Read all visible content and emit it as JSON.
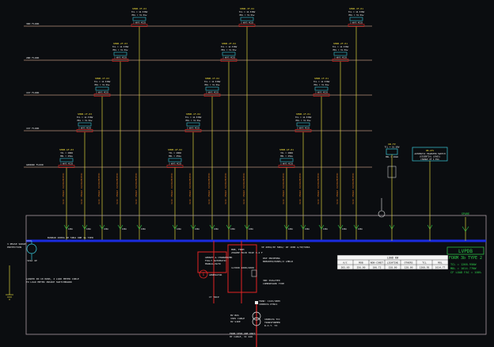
{
  "colors": {
    "bg": "#0b0d10",
    "floor": "#b68e78",
    "riser": "#d8cf3c",
    "panel": "#2fd04a",
    "busbar": "#1a2be0",
    "text": "#e8e8e8",
    "red": "#e02424",
    "cyan": "#39c6d8",
    "yellow": "#e9d63a",
    "green": "#2fd04a"
  },
  "floors": [
    {
      "label": "3RD FLOOR"
    },
    {
      "label": "2ND FLOOR"
    },
    {
      "label": "1ST FLOOR"
    },
    {
      "label": "1ST FLOOR"
    },
    {
      "label": "GROUND FLOOR"
    }
  ],
  "db_tags": [
    {
      "name": "SMDB-3F-03",
      "l1": "TCL = 12.57KW",
      "l2": "MDL = 31.5kw",
      "panel": "3 WAYS MCCB"
    },
    {
      "name": "SMDB-3F-02",
      "l1": "TCL = 12.57KW",
      "l2": "MDL = 31.5kw",
      "panel": "3 WAYS MCCB"
    },
    {
      "name": "SMDB-3F-01",
      "l1": "TCL = 12.57KW",
      "l2": "MDL = 31.5kw",
      "panel": "3 WAYS MCCB"
    },
    {
      "name": "SMDB-2F-03",
      "l1": "TCL = 12.57KW",
      "l2": "MDL = 31.5kw",
      "panel": "3 WAYS MCCB"
    },
    {
      "name": "SMDB-2F-02",
      "l1": "TCL = 12.57KW",
      "l2": "MDL = 31.5kw",
      "panel": "3 WAYS MCCB"
    },
    {
      "name": "SMDB-2F-01",
      "l1": "TCL = 12.57KW",
      "l2": "MDL = 31.5kw",
      "panel": "3 WAYS MCCB"
    },
    {
      "name": "SMDB-1F-03",
      "l1": "TCL = 12.57KW",
      "l2": "MDL = 31.5kw",
      "panel": "3 WAYS MCCB"
    },
    {
      "name": "SMDB-1F-02",
      "l1": "TCL = 12.57KW",
      "l2": "MDL = 31.5kw",
      "panel": "3 WAYS MCCB"
    },
    {
      "name": "SMDB-1F-01",
      "l1": "TCL = 12.57KW",
      "l2": "MDL = 31.5kw",
      "panel": "3 WAYS MCCB"
    },
    {
      "name": "SMDB-1F-03",
      "l1": "TCL = 12.57KW",
      "l2": "MDL = 31.5kw",
      "panel": "3 WAYS MCCB"
    },
    {
      "name": "SMDB-1F-02",
      "l1": "TCL = 12.57KW",
      "l2": "MDL = 31.5kw",
      "panel": "3 WAYS MCCB"
    },
    {
      "name": "SMDB-1F-01",
      "l1": "TCL = 12.57KW",
      "l2": "MDL = 31.5kw",
      "panel": "3 WAYS MCCB"
    },
    {
      "name": "SMDB-GF-03",
      "l1": "TCL = 20KW",
      "l2": "MDL = 25kw",
      "panel": "3 WAYS MCCB"
    },
    {
      "name": "SMDB-GF-02",
      "l1": "TCL = 20KW",
      "l2": "MDL = 25kw",
      "panel": "3 WAYS MCCB"
    },
    {
      "name": "SMDB-GF-01",
      "l1": "TCL = 20KW",
      "l2": "MDL = 25kw",
      "panel": "3 WAYS MCCB"
    }
  ],
  "cable_label": "4x1C 35mm2 CU/XLPE/PVC",
  "fire_pump": {
    "name": "DB-FP",
    "l1": "TCL = 16.5KW",
    "l2": "MDL = 20kW"
  },
  "ats_panel": {
    "l1": "DB-ATS",
    "l2": "AUTOMATIC TRANSFER SWITCH",
    "l3": "(ESSENTIAL LOADS)",
    "l4": "CHANGE OF 4 KVA"
  },
  "spare_label": "SPARE",
  "busbar_label": "BUSBAR 4000A 3P 50KA ONE 1s TIER",
  "busbar_label2": "3P 400A/3P 50KA/ 4P 1000 A/3P/50KA",
  "main_title": "LVPDB",
  "form_label": "FORM 3b TYPE 2",
  "main_tcl": "TCL = 1268.95KW",
  "main_mdl": "MDL = 1014.77KW",
  "main_cl": "CF LOAD FAC = 100%",
  "left_notes": [
    "3 PHASE SURGE",
    "PROTECTION"
  ],
  "left_cable": [
    "LOADED IN 10 RUNS, 4 LOAD METER CABLE",
    "TO LOAD METER INSIDE SWITCHBOARD"
  ],
  "gen_notes": [
    "GENSET & CHANGEOVER",
    "FULLY AUTOMATIC",
    "MANUAL/AUTO"
  ],
  "gen_label": "GENERATOR",
  "ats_label": "1x7000 1000/2000",
  "ct_label": "CT TRIP",
  "mdb_note": [
    "MDB, FROM",
    "250AMP MCCB TRIP 3.4 F"
  ],
  "mdb_note2": [
    "RSP INCOMING",
    "BREAKER/PANEL/2 LMDLR"
  ],
  "pb_notes": [
    "3NO ISOLATED",
    "COMPRESSED TYPE"
  ],
  "load_table": {
    "title": "LOAD KW",
    "headers": [
      "A/C",
      "MDB",
      "NON-CONST",
      "LIGHTING",
      "OTHERS",
      "TCL",
      "MDL"
    ],
    "values": [
      "265.69",
      "256.00",
      "106.72",
      "158.00",
      "128.00",
      "1268.95",
      "1014.77"
    ]
  },
  "tx_labels": [
    "TRAN: 11kV/400V",
    "1000KVA DYN11"
  ],
  "tx_left": [
    "MV BUS",
    "33KV CABLE",
    "HV SIDE"
  ],
  "tx_right": [
    "1600kVA TCC",
    "TRANSFORMER",
    "R.O.T. TX"
  ],
  "bottom_note": [
    "FROM SESB ONE UNIT",
    "HT CABLE, 3C 240"
  ]
}
